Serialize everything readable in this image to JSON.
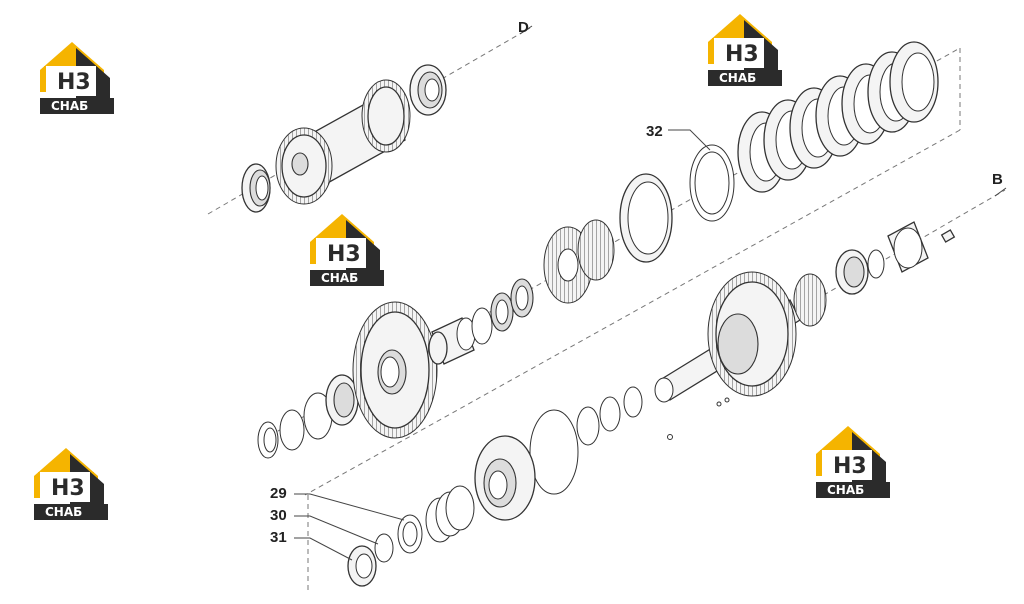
{
  "brand": {
    "logo_letters": "H3",
    "logo_caption": "СНАБ",
    "colors": {
      "roof": "#f5b400",
      "dark": "#2b2b2b",
      "accent": "#f5b400"
    }
  },
  "callouts": {
    "d": "D",
    "b": "B",
    "c32": "32",
    "c29": "29",
    "c30": "30",
    "c31": "31"
  }
}
